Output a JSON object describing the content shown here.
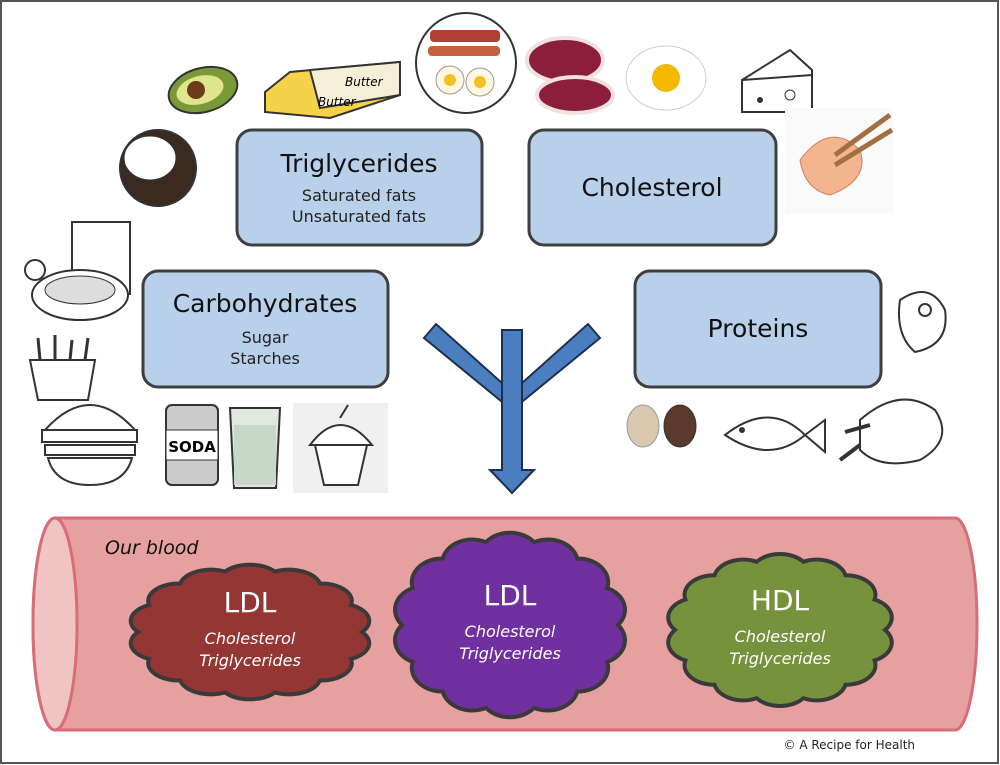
{
  "boxes": {
    "triglycerides": {
      "title": "Triglycerides",
      "lines": [
        "Saturated fats",
        "Unsaturated fats"
      ]
    },
    "cholesterol": {
      "title": "Cholesterol"
    },
    "carbohydrates": {
      "title": "Carbohydrates",
      "lines": [
        "Sugar",
        "Starches"
      ]
    },
    "proteins": {
      "title": "Proteins"
    }
  },
  "blood": {
    "label": "Our blood",
    "particles": [
      {
        "title": "LDL",
        "lines": [
          "Cholesterol",
          "Triglycerides"
        ],
        "color": "#943634"
      },
      {
        "title": "LDL",
        "lines": [
          "Cholesterol",
          "Triglycerides"
        ],
        "color": "#7030a0"
      },
      {
        "title": "HDL",
        "lines": [
          "Cholesterol",
          "Triglycerides"
        ],
        "color": "#76923c"
      }
    ]
  },
  "colors": {
    "box_fill": "#b9d0ea",
    "arrow": "#4a7ebf",
    "vessel": "#e6a0a0"
  },
  "food_images": [
    "avocado",
    "butter",
    "bacon-and-eggs",
    "steak",
    "fried-egg",
    "cheese",
    "coconut",
    "shrimp",
    "cereal-breakfast",
    "fries-and-burger",
    "soda-can",
    "soda-glass",
    "muffin",
    "meat",
    "eggs",
    "fish",
    "chicken"
  ],
  "butter_label": "Butter",
  "soda_label": "SODA",
  "copyright": "© A Recipe for Health"
}
